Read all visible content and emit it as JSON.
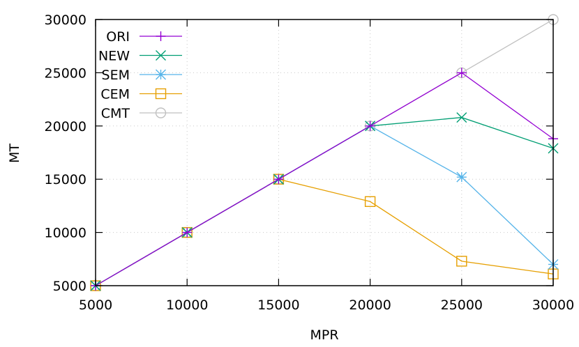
{
  "chart_data": {
    "type": "line",
    "title": "",
    "xlabel": "MPR",
    "ylabel": "MT",
    "xlim": [
      5000,
      30000
    ],
    "ylim": [
      5000,
      30000
    ],
    "xticks": [
      5000,
      10000,
      15000,
      20000,
      25000,
      30000
    ],
    "yticks": [
      5000,
      10000,
      15000,
      20000,
      25000,
      30000
    ],
    "grid": true,
    "legend_position": "top-left",
    "series": [
      {
        "name": "ORI",
        "color": "#9400d3",
        "marker": "plus",
        "x": [
          5000,
          10000,
          15000,
          20000,
          25000,
          30000
        ],
        "values": [
          5000,
          10000,
          15000,
          20000,
          25000,
          18800
        ]
      },
      {
        "name": "NEW",
        "color": "#009e73",
        "marker": "x",
        "x": [
          5000,
          10000,
          15000,
          20000,
          25000,
          30000
        ],
        "values": [
          5000,
          10000,
          15000,
          20000,
          20800,
          17900
        ]
      },
      {
        "name": "SEM",
        "color": "#56b4e9",
        "marker": "star",
        "x": [
          5000,
          10000,
          15000,
          20000,
          25000,
          30000
        ],
        "values": [
          5000,
          10000,
          15000,
          20000,
          15200,
          7000
        ]
      },
      {
        "name": "CEM",
        "color": "#e69f00",
        "marker": "square",
        "x": [
          5000,
          10000,
          15000,
          20000,
          25000,
          30000
        ],
        "values": [
          5000,
          10000,
          15000,
          12900,
          7300,
          6100
        ]
      },
      {
        "name": "CMT",
        "color": "#c0c0c0",
        "marker": "circle",
        "x": [
          5000,
          10000,
          15000,
          20000,
          25000,
          30000
        ],
        "values": [
          5000,
          10000,
          15000,
          20000,
          25000,
          30000
        ]
      }
    ]
  }
}
